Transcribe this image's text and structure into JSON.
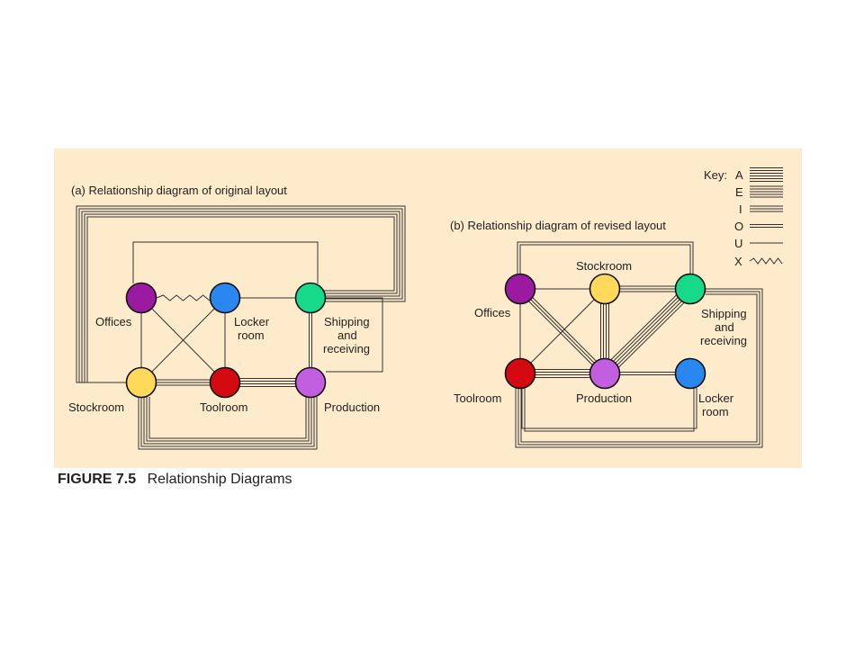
{
  "caption": {
    "number": "FIGURE 7.5",
    "text": "Relationship Diagrams"
  },
  "key": {
    "title": "Key:",
    "items": [
      {
        "code": "A",
        "lines": 6
      },
      {
        "code": "E",
        "lines": 5
      },
      {
        "code": "I",
        "lines": 3
      },
      {
        "code": "O",
        "lines": 2
      },
      {
        "code": "U",
        "lines": 1
      },
      {
        "code": "X",
        "lines": 0
      }
    ]
  },
  "colors": {
    "background": "#fdebcc",
    "offices": "#9c1aa0",
    "locker_room": "#2a86f0",
    "shipping": "#16d98a",
    "stockroom": "#ffd95a",
    "toolroom": "#d40a10",
    "production": "#c25ee0"
  },
  "diagram_a": {
    "title": "(a)  Relationship diagram of original layout",
    "departments": {
      "offices": "Offices",
      "locker_room": [
        "Locker",
        "room"
      ],
      "shipping": [
        "Shipping",
        "and",
        "receiving"
      ],
      "stockroom": "Stockroom",
      "toolroom": "Toolroom",
      "production": "Production"
    }
  },
  "diagram_b": {
    "title": "(b)  Relationship diagram of revised layout",
    "departments": {
      "offices": "Offices",
      "stockroom": "Stockroom",
      "shipping": [
        "Shipping",
        "and",
        "receiving"
      ],
      "toolroom": "Toolroom",
      "production": "Production",
      "locker_room": [
        "Locker",
        "room"
      ]
    }
  }
}
